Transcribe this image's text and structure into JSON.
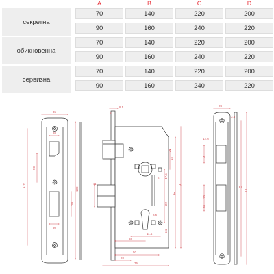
{
  "accent_color": "#e8353d",
  "table": {
    "columns": [
      "A",
      "B",
      "C",
      "D"
    ],
    "groups": [
      {
        "type": "секретна",
        "rows": [
          [
            "70",
            "140",
            "220",
            "200"
          ],
          [
            "90",
            "160",
            "240",
            "220"
          ]
        ]
      },
      {
        "type": "обикновенна",
        "rows": [
          [
            "70",
            "140",
            "220",
            "200"
          ],
          [
            "90",
            "160",
            "240",
            "220"
          ]
        ]
      },
      {
        "type": "сервизна",
        "rows": [
          [
            "70",
            "140",
            "220",
            "200"
          ],
          [
            "90",
            "160",
            "240",
            "220"
          ]
        ]
      }
    ]
  },
  "drawing": {
    "labels": {
      "top_right_a": "8.5",
      "top_right_b": "5",
      "front_top": "35",
      "front_upper": "20",
      "front_left_tall": "170",
      "front_right_tall": "180",
      "front_mid": "50",
      "front_mid2": "20",
      "front_bottom": "30",
      "body_right_a": "20",
      "body_right_b": "15",
      "body_right_c": "47.5",
      "body_right_d": "5",
      "body_right_e": "22",
      "body_A": "A",
      "body_B": "B",
      "body_left": "11",
      "body_right_f": "9.5",
      "body_right_g": "24",
      "body_bottom_a": "20",
      "body_bottom_b": "11.5",
      "body_bottom_c": "38",
      "body_bottom_d": "50",
      "body_bottom_e": "75",
      "side_top": "26",
      "side_top_b": "3.8",
      "side_upper": "12.6",
      "side_upper_b": "4",
      "side_D": "D",
      "side_C": "C",
      "side_low": "10",
      "side_low_b": "20"
    }
  }
}
